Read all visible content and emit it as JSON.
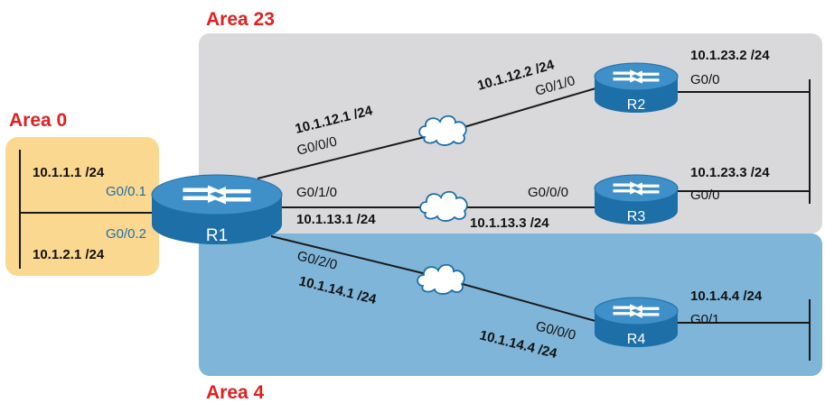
{
  "colors": {
    "area_label": "#e02020",
    "area0_fill": "#fbd890",
    "area23_fill": "#d9d9db",
    "area4_fill": "#7fb5d8",
    "router_top": "#3f8fc8",
    "router_body": "#1d6fa8",
    "blue_text": "#1d6fa8",
    "link": "#1a1a1a"
  },
  "areas": {
    "area0": "Area 0",
    "area23": "Area 23",
    "area4": "Area 4"
  },
  "routers": {
    "r1": "R1",
    "r2": "R2",
    "r3": "R3",
    "r4": "R4"
  },
  "r1": {
    "sub1_addr": "10.1.1.1 /24",
    "sub1_if": "G0/0.1",
    "sub2_if": "G0/0.2",
    "sub2_addr": "10.1.2.1 /24",
    "to_r2_addr": "10.1.12.1 /24",
    "to_r2_if": "G0/0/0",
    "to_r3_if": "G0/1/0",
    "to_r3_addr": "10.1.13.1 /24",
    "to_r4_if": "G0/2/0",
    "to_r4_addr": "10.1.14.1 /24"
  },
  "r2": {
    "wan_addr": "10.1.12.2 /24",
    "wan_if": "G0/1/0",
    "lan_addr": "10.1.23.2 /24",
    "lan_if": "G0/0"
  },
  "r3": {
    "wan_if": "G0/0/0",
    "wan_addr": "10.1.13.3 /24",
    "lan_addr": "10.1.23.3 /24",
    "lan_if": "G0/0"
  },
  "r4": {
    "wan_if": "G0/0/0",
    "wan_addr": "10.1.14.4 /24",
    "lan_addr": "10.1.4.4 /24",
    "lan_if": "G0/1"
  }
}
